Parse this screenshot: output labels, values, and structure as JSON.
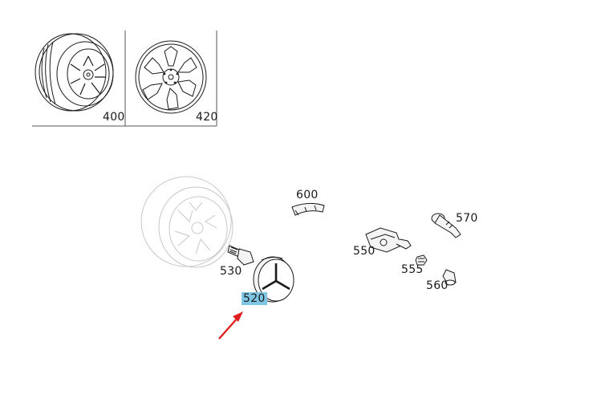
{
  "overview": {
    "parts": [
      {
        "label": "400",
        "description": ""
      },
      {
        "label": "420",
        "description": ""
      }
    ]
  },
  "exploded": {
    "parts": [
      {
        "label": "600"
      },
      {
        "label": "570"
      },
      {
        "label": "550"
      },
      {
        "label": "530"
      },
      {
        "label": "555"
      },
      {
        "label": "560"
      },
      {
        "label": "520"
      }
    ],
    "highlighted_label": "520"
  },
  "colors": {
    "highlight": "#7fc6e4",
    "arrow": "#e02020",
    "line": "#1a1a1a",
    "ghost": "#c8c8c8"
  }
}
